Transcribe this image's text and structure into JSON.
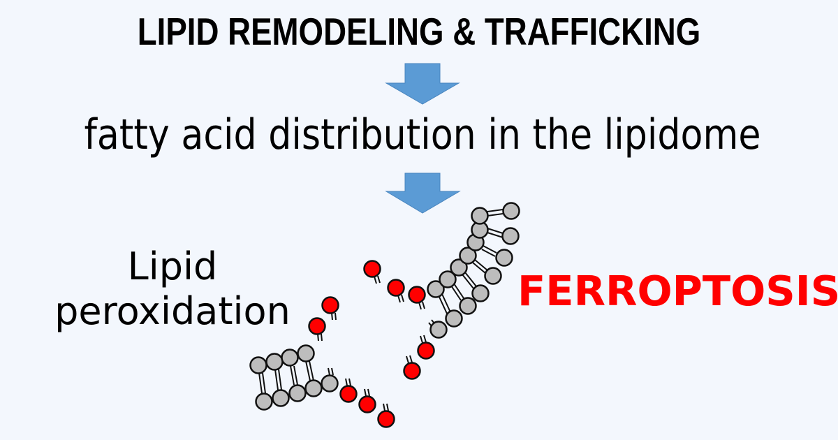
{
  "diagram": {
    "title": "LIPID REMODELING & TRAFFICKING",
    "step2": "fatty acid distribution in the lipidome",
    "left_label": {
      "line1": "Lipid",
      "line2": "peroxidation"
    },
    "right_label": "FERROPTOSIS",
    "arrows": [
      {
        "name": "arrow-1",
        "direction": "down",
        "color": "#5B9BD5"
      },
      {
        "name": "arrow-2",
        "direction": "down",
        "color": "#5B9BD5"
      }
    ],
    "colors": {
      "background": "#F3F7FD",
      "lipid_head_normal": "#BDBDBD",
      "lipid_head_oxidized": "#FF0000",
      "outline": "#111111",
      "emphasis": "#FF0000"
    }
  }
}
